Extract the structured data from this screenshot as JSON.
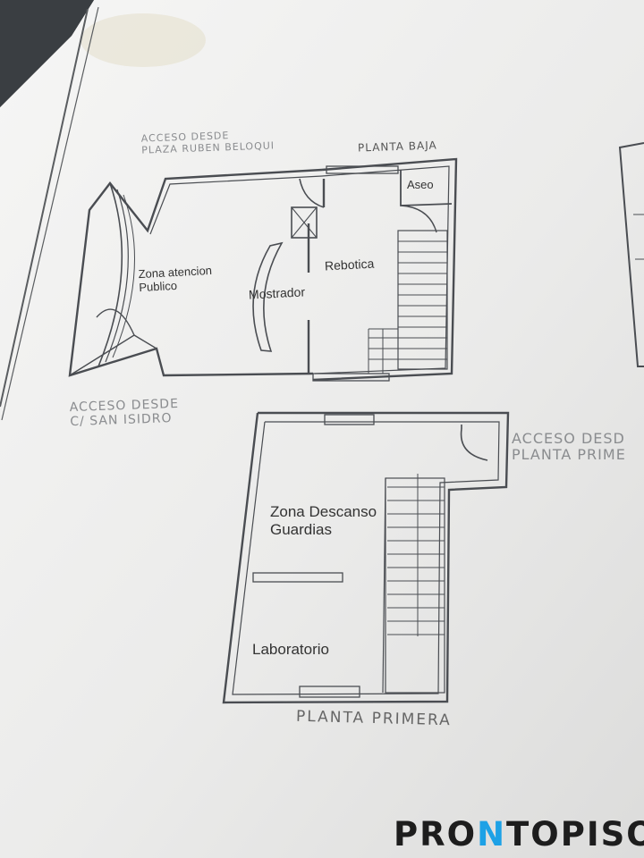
{
  "plan": {
    "ground_floor_title": "PLANTA BAJA",
    "first_floor_title": "PLANTA PRIMERA",
    "access_plaza": {
      "line1": "ACCESO DESDE",
      "line2": "PLAZA RUBEN BELOQUI"
    },
    "access_street": {
      "line1": "ACCESO DESDE",
      "line2": "C/ SAN ISIDRO"
    },
    "access_first_floor": {
      "line1": "ACCESO DESD",
      "line2": "PLANTA PRIME"
    },
    "rooms": {
      "public_area": {
        "line1": "Zona atencion",
        "line2": "Publico"
      },
      "counter": "Mostrador",
      "back_shop": "Rebotica",
      "toilet": "Aseo",
      "rest_area": {
        "line1": "Zona Descanso",
        "line2": "Guardias"
      },
      "laboratory": "Laboratorio"
    }
  },
  "watermark": {
    "brand_part1": "PRO",
    "brand_dot": "N",
    "brand_part2": "TOPISO",
    "accent": "#1da1e6"
  }
}
